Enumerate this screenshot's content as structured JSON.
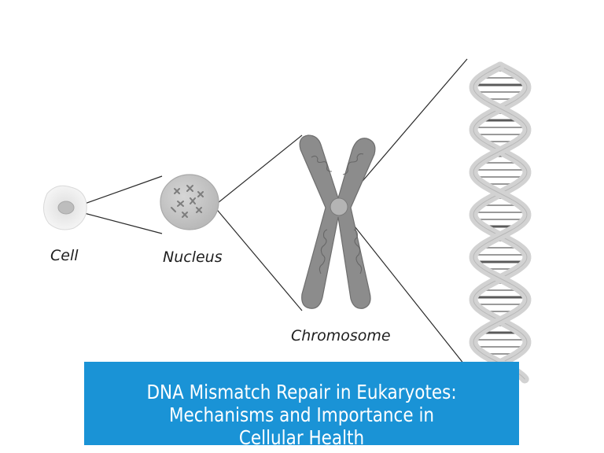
{
  "labels": {
    "cell": "Cell",
    "nucleus": "Nucleus",
    "chromosome": "Chromosome"
  },
  "title": {
    "line1": "DNA Mismatch Repair in Eukaryotes:",
    "line2": "Mechanisms and Importance in Cellular",
    "line3": "Health"
  },
  "colors": {
    "banner": "#1a93d6",
    "chromosome": "#8c8c8c",
    "nucleus": "#c8c8c8",
    "dna_backbone": "#d2d2d2",
    "dna_rung_dark": "#5a5a5a"
  }
}
